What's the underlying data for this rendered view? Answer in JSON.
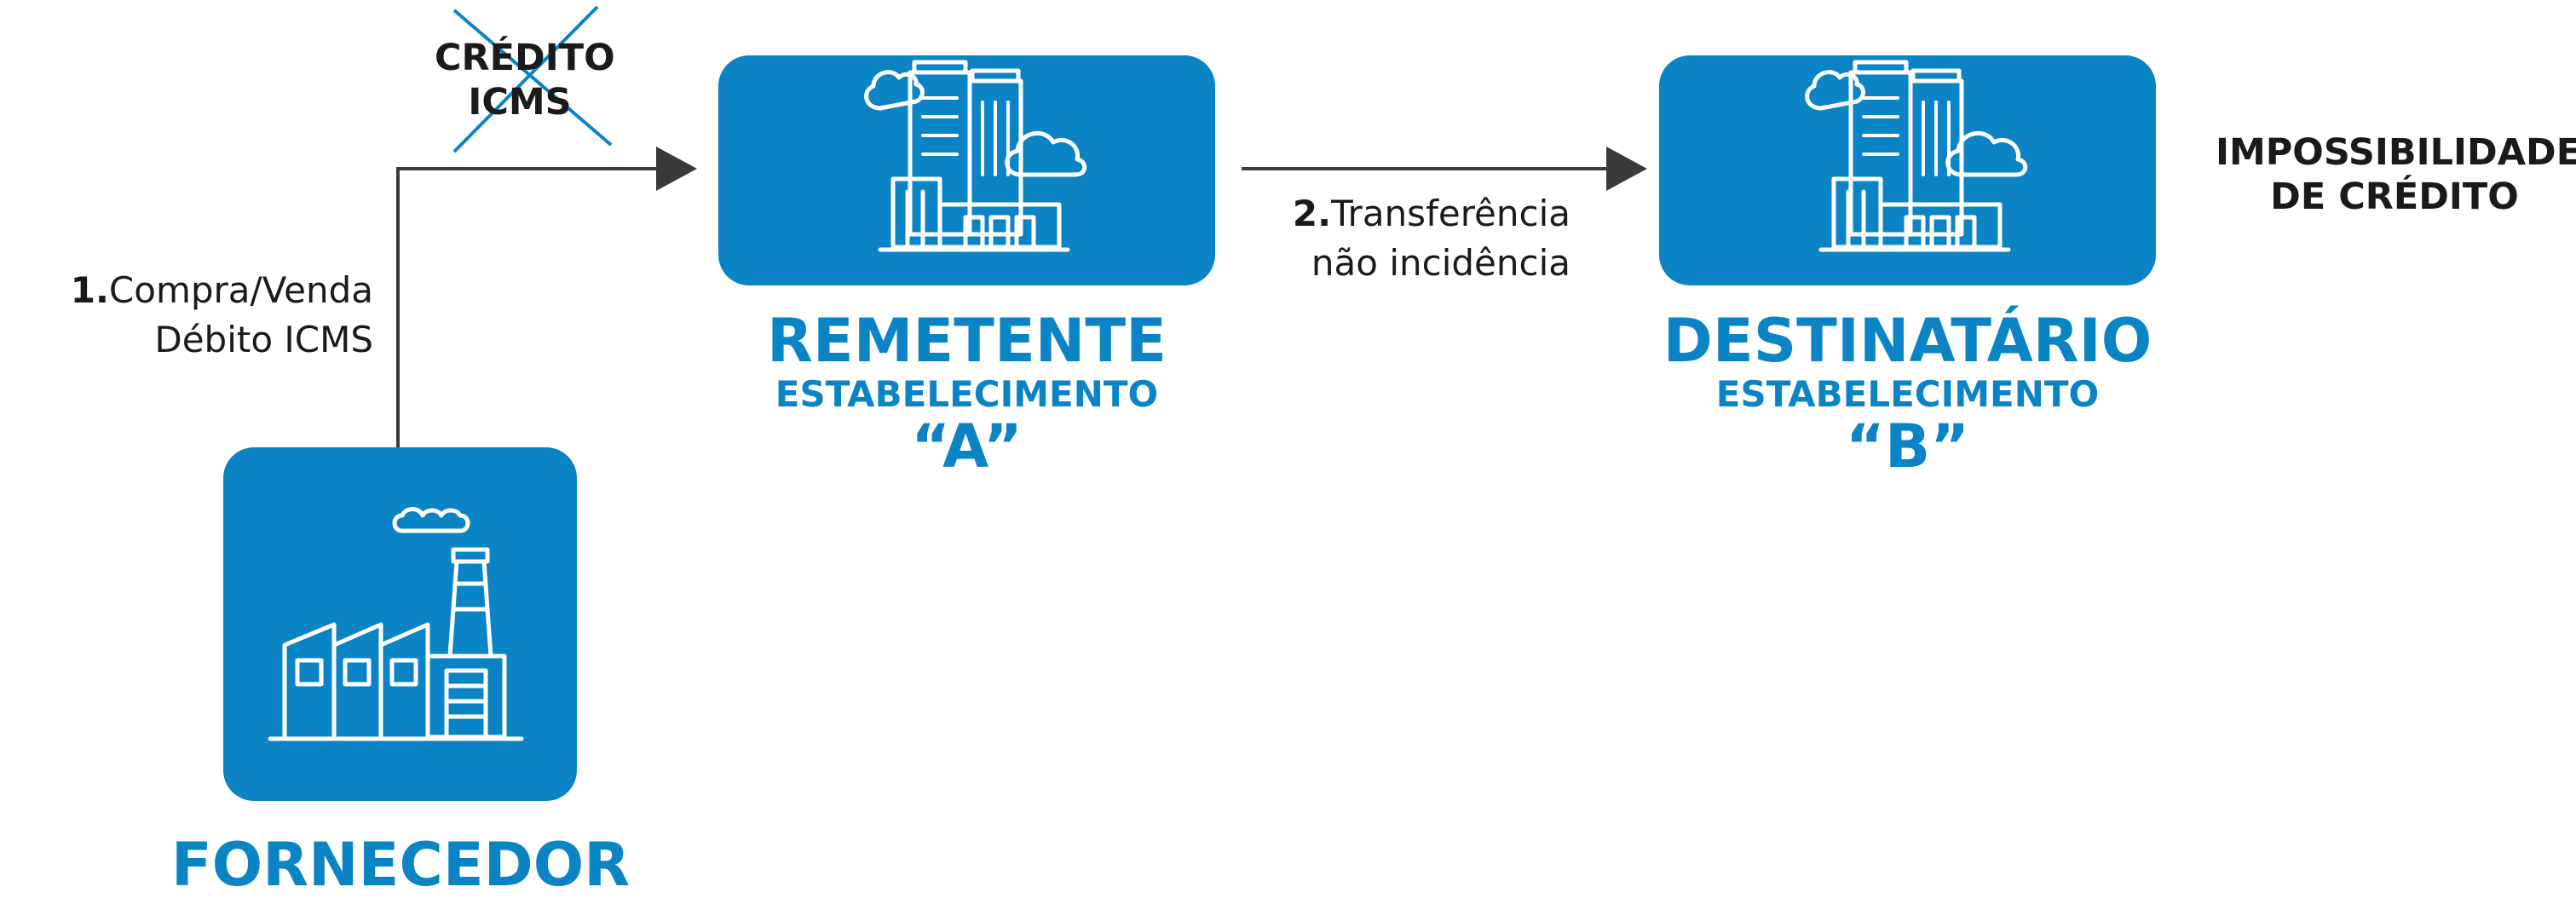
{
  "nodes": {
    "supplier": {
      "name": "FORNECEDOR",
      "icon": "factory-icon"
    },
    "sender": {
      "name": "REMETENTE",
      "sub": "ESTABELECIMENTO",
      "code": "“A”",
      "icon": "buildings-icon"
    },
    "receiver": {
      "name": "DESTINATÁRIO",
      "sub": "ESTABELECIMENTO",
      "code": "“B”",
      "icon": "buildings-icon"
    }
  },
  "edges": {
    "purchase": {
      "num": "1.",
      "line1": "Compra/Venda",
      "line2": "Débito ICMS"
    },
    "transfer": {
      "num": "2.",
      "line1": "Transferência",
      "line2": "não incidência"
    }
  },
  "crossed_credit": {
    "line1": "CRÉDITO",
    "line2": "ICMS"
  },
  "result": {
    "line1": "IMPOSSIBILIDADE",
    "line2": "DE CRÉDITO"
  },
  "colors": {
    "accent": "#0a84c4",
    "line": "#3a3a3a",
    "cross": "#0a84c4",
    "icon": "#ffffff"
  }
}
